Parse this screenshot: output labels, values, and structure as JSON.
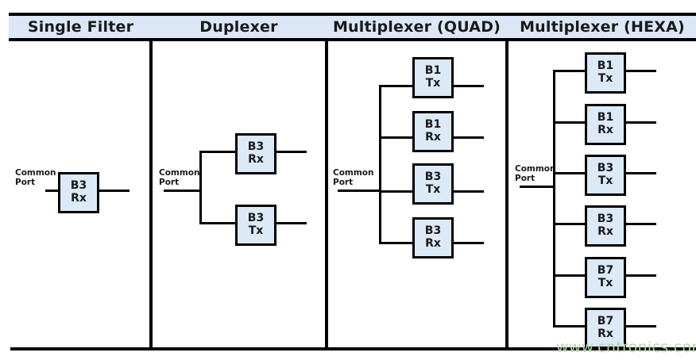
{
  "table": {
    "columns": [
      {
        "header": "Single Filter",
        "common_port_label_line1": "Common",
        "common_port_label_line2": "Port",
        "boxes": [
          {
            "band": "B3",
            "path": "Rx"
          }
        ]
      },
      {
        "header": "Duplexer",
        "common_port_label_line1": "Common",
        "common_port_label_line2": "Port",
        "boxes": [
          {
            "band": "B3",
            "path": "Rx"
          },
          {
            "band": "B3",
            "path": "Tx"
          }
        ]
      },
      {
        "header": "Multiplexer (QUAD)",
        "common_port_label_line1": "Common",
        "common_port_label_line2": "Port",
        "boxes": [
          {
            "band": "B1",
            "path": "Tx"
          },
          {
            "band": "B1",
            "path": "Rx"
          },
          {
            "band": "B3",
            "path": "Tx"
          },
          {
            "band": "B3",
            "path": "Rx"
          }
        ]
      },
      {
        "header": "Multiplexer (HEXA)",
        "common_port_label_line1": "Common",
        "common_port_label_line2": "Port",
        "boxes": [
          {
            "band": "B1",
            "path": "Tx"
          },
          {
            "band": "B1",
            "path": "Rx"
          },
          {
            "band": "B3",
            "path": "Tx"
          },
          {
            "band": "B3",
            "path": "Rx"
          },
          {
            "band": "B7",
            "path": "Tx"
          },
          {
            "band": "B7",
            "path": "Rx"
          }
        ]
      }
    ]
  },
  "watermark": {
    "text": "www.cntronics.com"
  },
  "colors": {
    "header_background": "#dbe7f6",
    "box_fill": "#dce9f7",
    "line": "#000000",
    "text": "#1a1a1a",
    "watermark": "#b8d8a8"
  }
}
